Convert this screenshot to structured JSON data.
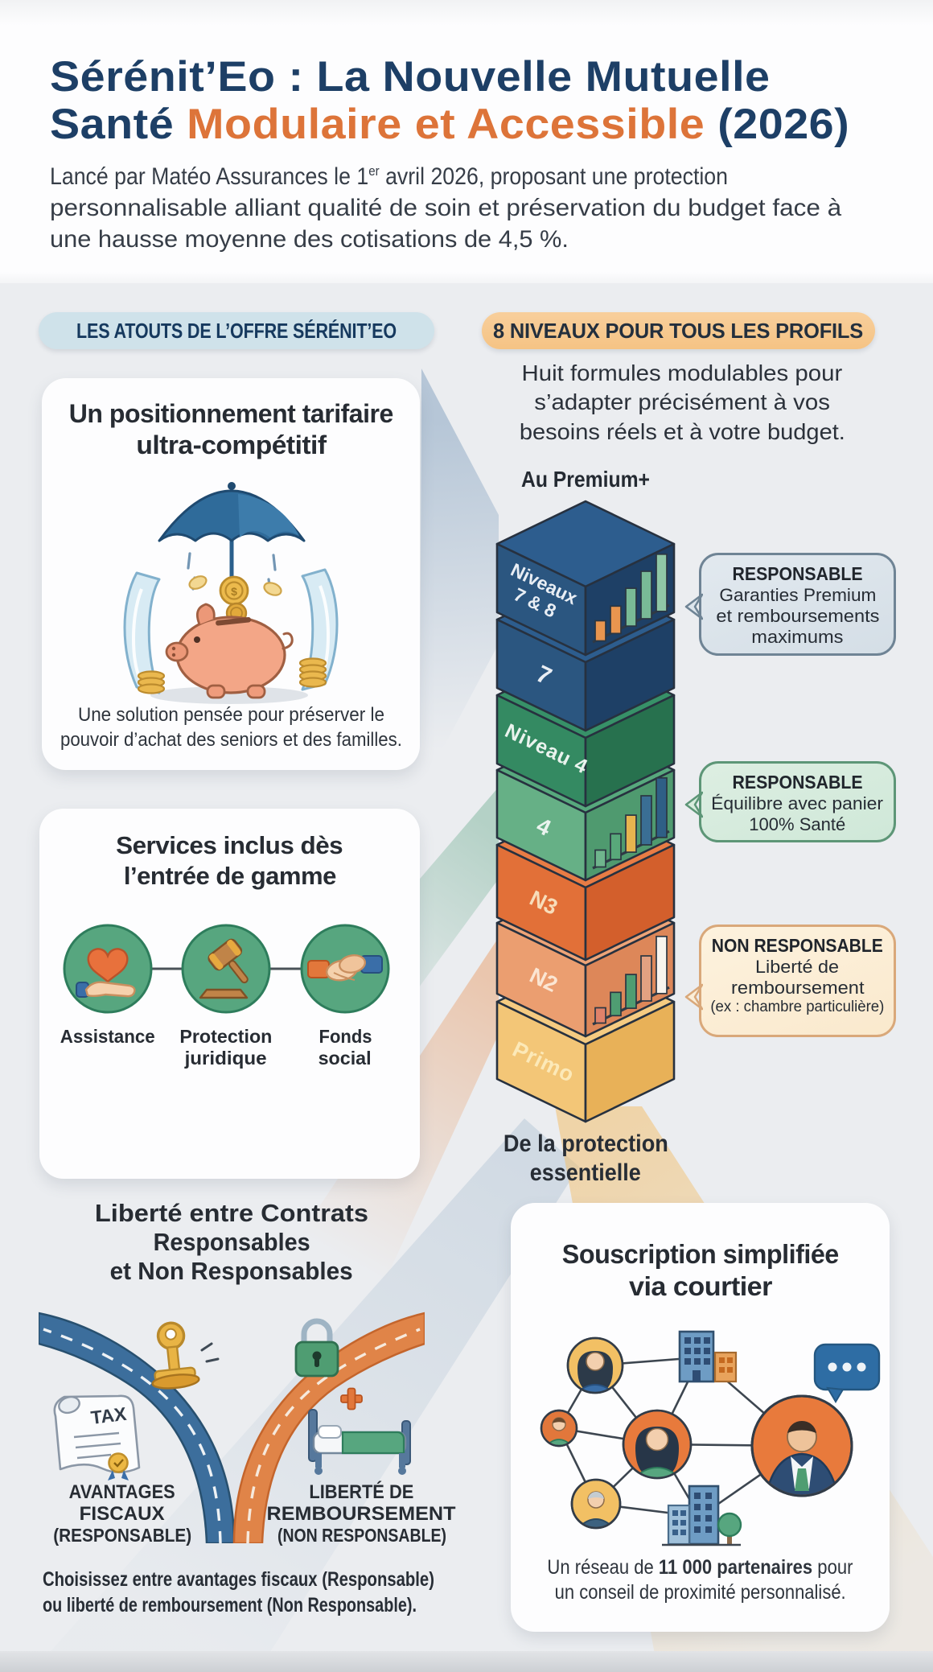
{
  "header": {
    "title_line1": "Sérénit’Eo : La Nouvelle Mutuelle",
    "title_line2_part1": "Santé ",
    "title_line2_highlight": "Modulaire et Accessible",
    "title_line2_part2": " (2026)",
    "intro_line1_part1": "Lancé par Matéo Assurances le 1",
    "intro_line1_sup": "er",
    "intro_line1_part2": " avril 2026, proposant une protection",
    "intro_line2": "personnalisable alliant qualité de soin et préservation du budget face à",
    "intro_line3": "une hausse moyenne des cotisations de 4,5 %."
  },
  "badges": {
    "left": "LES ATOUTS DE L’OFFRE SÉRÉNIT’EO",
    "right": "8 NIVEAUX POUR TOUS LES PROFILS"
  },
  "pricing_card": {
    "title_line1": "Un positionnement tarifaire",
    "title_line2": "ultra-compétitif",
    "caption_line1": "Une solution pensée pour préserver le",
    "caption_line2": "pouvoir d’achat des seniors et des familles."
  },
  "services_card": {
    "title_line1": "Services inclus dès",
    "title_line2": "l’entrée de gamme",
    "items": [
      {
        "label_line1": "Assistance",
        "label_line2": "",
        "icon": "heart-in-hand-icon"
      },
      {
        "label_line1": "Protection",
        "label_line2": "juridique",
        "icon": "gavel-icon"
      },
      {
        "label_line1": "Fonds",
        "label_line2": "social",
        "icon": "handshake-icon"
      }
    ]
  },
  "levels": {
    "intro_line1": "Huit formules modulables pour",
    "intro_line2": "s’adapter précisément à vos",
    "intro_line3": "besoins réels et à votre budget.",
    "top_label": "Au Premium+",
    "bottom_label_line1": "De la protection",
    "bottom_label_line2": "essentielle",
    "boxes": [
      {
        "label_line1": "Niveaux",
        "label_line2": "7 & 8"
      },
      {
        "label": "7"
      },
      {
        "label": "Niveau 4"
      },
      {
        "label": "4"
      },
      {
        "label": "N3"
      },
      {
        "label": "N2"
      },
      {
        "label": "Primo"
      }
    ],
    "bubbles": [
      {
        "title": "RESPONSABLE",
        "line1": "Garanties Premium",
        "line2": "et remboursements",
        "line3": "maximums",
        "note": ""
      },
      {
        "title": "RESPONSABLE",
        "line1": "Équilibre avec panier",
        "line2": "100% Santé",
        "line3": "",
        "note": ""
      },
      {
        "title": "NON RESPONSABLE",
        "line1": "Liberté de",
        "line2": "remboursement",
        "line3": "",
        "note": "(ex : chambre particulière)"
      }
    ]
  },
  "contracts": {
    "title_line1": "Liberté entre Contrats",
    "title_line2": "Responsables",
    "title_line3": "et Non Responsables",
    "left_line1": "AVANTAGES",
    "left_line2": "FISCAUX",
    "left_line3": "(RESPONSABLE)",
    "right_line1": "LIBERTÉ DE",
    "right_line2": "REMBOURSEMENT",
    "right_line3": "(NON RESPONSABLE)",
    "caption_line1": "Choisissez entre avantages fiscaux (Responsable)",
    "caption_line2": "ou liberté de remboursement (Non Responsable).",
    "tax_icon_text": "TAX"
  },
  "broker_card": {
    "title_line1": "Souscription simplifiée",
    "title_line2": "via courtier",
    "caption_part1": "Un réseau de ",
    "caption_bold": "11 000 partenaires",
    "caption_part2": " pour",
    "caption_line2": "un conseil de proximité personnalisé."
  },
  "colors": {
    "navy": "#1d3f66",
    "orange": "#dd7439",
    "level_blue": "#2b567f",
    "level_green_dark": "#348a62",
    "level_green_light": "#66b086",
    "level_orange": "#e27038",
    "level_salmon": "#eb9e70",
    "level_yellow": "#f3c677"
  }
}
